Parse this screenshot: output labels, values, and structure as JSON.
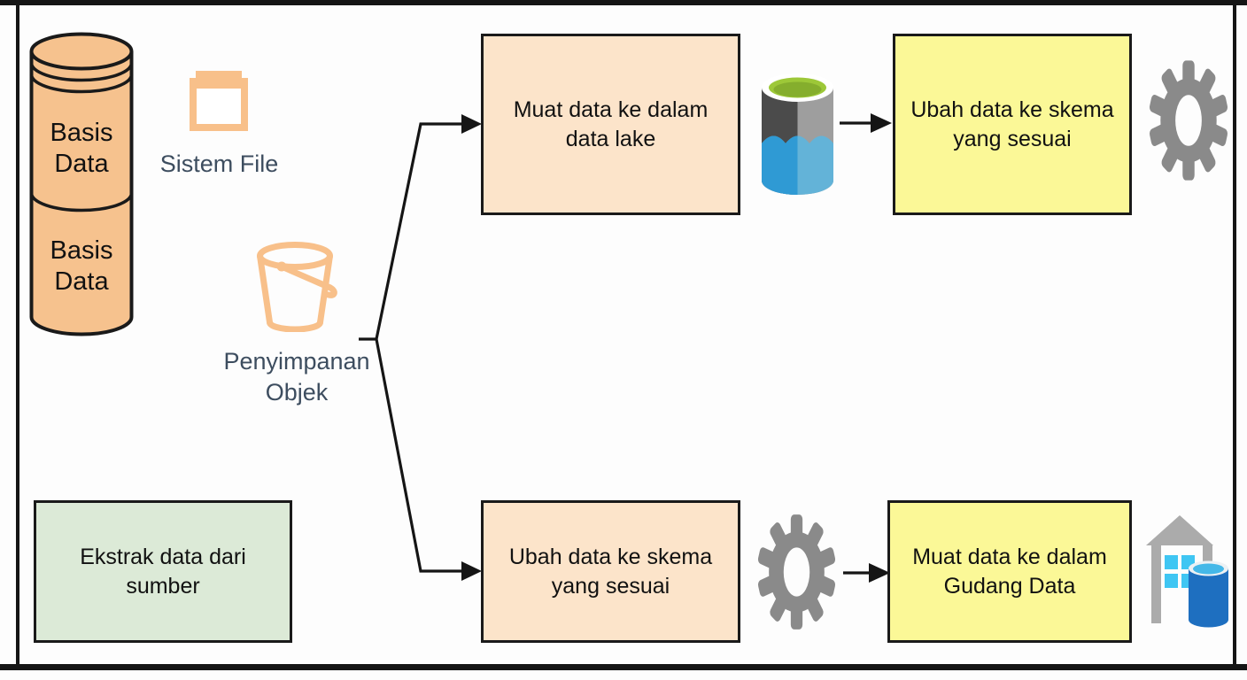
{
  "colors": {
    "peach_box": "#fce4ca",
    "yellow_box": "#fbf897",
    "green_box": "#dcead7",
    "box_border": "#1a1a1a",
    "database_fill": "#f6c28e",
    "orange_icon": "#f8c08a",
    "source_label_text": "#3d4d5f",
    "gear_gray": "#8a8a8a",
    "lake_green": "#9dc838",
    "lake_blue": "#2f9ad4",
    "warehouse_blue": "#1e6fc0",
    "window_blue": "#3fc6f3"
  },
  "diagram": {
    "sources": {
      "database": {
        "label_top": "Basis Data",
        "label_bottom": "Basis Data"
      },
      "file_system": {
        "label": "Sistem File"
      },
      "object_storage": {
        "label": "Penyimpanan Objek"
      }
    },
    "extract_box": {
      "line1": "Ekstrak data dari",
      "line2": "sumber"
    },
    "elt_path": {
      "load_lake_box": {
        "line1": "Muat data ke dalam",
        "line2": "data lake"
      },
      "transform_box": {
        "line1": "Ubah data ke skema",
        "line2": "yang sesuai"
      }
    },
    "etl_path": {
      "transform_box": {
        "line1": "Ubah data ke skema",
        "line2": "yang sesuai"
      },
      "load_warehouse_box": {
        "line1": "Muat data ke dalam",
        "line2": "Gudang Data"
      }
    }
  }
}
